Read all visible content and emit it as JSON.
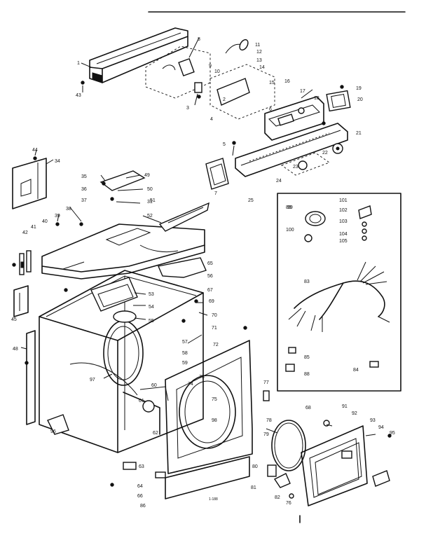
{
  "diagram": {
    "code_label": "1-188",
    "part_labels": [
      "1",
      "2",
      "3",
      "4",
      "5",
      "6",
      "7",
      "8",
      "9",
      "10",
      "11",
      "12",
      "13",
      "14",
      "15",
      "16",
      "17",
      "18",
      "19",
      "20",
      "21",
      "22",
      "23",
      "24",
      "25",
      "31",
      "34",
      "35",
      "36",
      "37",
      "38",
      "39",
      "40",
      "41",
      "42",
      "43",
      "44",
      "45",
      "48",
      "49",
      "50",
      "51",
      "52",
      "53",
      "54",
      "55",
      "56",
      "57",
      "58",
      "59",
      "60",
      "61",
      "62",
      "63",
      "64",
      "65",
      "66",
      "67",
      "68",
      "69",
      "70",
      "71",
      "72",
      "73",
      "74",
      "75",
      "76",
      "77",
      "78",
      "79",
      "80",
      "81",
      "82",
      "83",
      "84",
      "85",
      "86",
      "88",
      "89",
      "91",
      "92",
      "93",
      "94",
      "95",
      "96",
      "97",
      "98",
      "99",
      "100",
      "101",
      "102",
      "103",
      "104",
      "105"
    ]
  }
}
